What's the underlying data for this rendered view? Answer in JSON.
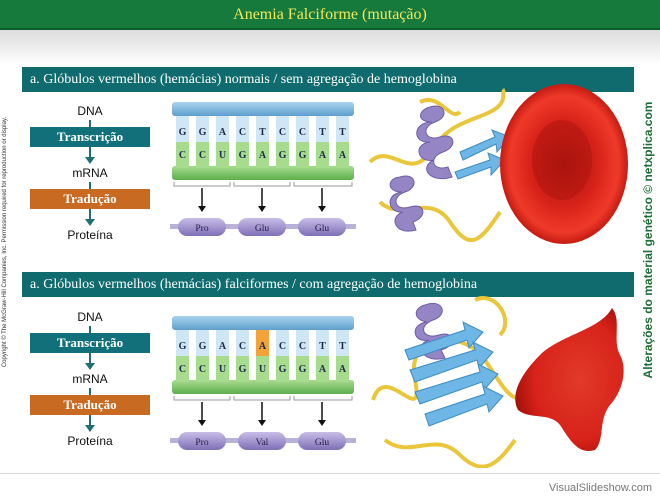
{
  "title": "Anemia Falciforme (mutação)",
  "copyright": "Copyright © The McGraw-Hill Companies, Inc. Permission required for reproduction or display.",
  "side_credit": "Alterações do material genético © netxplica.com",
  "watermark": "VisualSlideshow.com",
  "sections": [
    {
      "heading": "a. Glóbulos vermelhos (hemácias)  normais / sem agregação  de hemoglobina",
      "flow": {
        "dna": "DNA",
        "transcricao": "Transcrição",
        "mrna": "mRNA",
        "traducao": "Tradução",
        "proteina": "Proteína"
      },
      "dna_top": [
        "G",
        "G",
        "A",
        "C",
        "T",
        "C",
        "C",
        "T",
        "T"
      ],
      "mrna_bottom": [
        "C",
        "C",
        "U",
        "G",
        "A",
        "G",
        "G",
        "A",
        "A"
      ],
      "amino_acids": [
        "Pro",
        "Glu",
        "Glu"
      ],
      "highlight_index": null
    },
    {
      "heading": "a. Glóbulos vermelhos (hemácias)  falciformes / com agregação  de hemoglobina",
      "flow": {
        "dna": "DNA",
        "transcricao": "Transcrição",
        "mrna": "mRNA",
        "traducao": "Tradução",
        "proteina": "Proteína"
      },
      "dna_top": [
        "G",
        "G",
        "A",
        "C",
        "A",
        "C",
        "C",
        "T",
        "T"
      ],
      "mrna_bottom": [
        "C",
        "C",
        "U",
        "G",
        "U",
        "G",
        "G",
        "A",
        "A"
      ],
      "amino_acids": [
        "Pro",
        "Val",
        "Glu"
      ],
      "highlight_index": 4
    }
  ],
  "colors": {
    "title_bg": "#167a3d",
    "title_text": "#f2e85a",
    "section_bg": "#0f6b6d",
    "teal_box": "#11707a",
    "orange_box": "#c86a22",
    "dna_top": "#7ab4d6",
    "mrna": "#7fc46a",
    "highlight": "#f2a33a",
    "protein_pill": "#8f7fc0",
    "blood_cell": "#d8231a",
    "helix": "#9585c4",
    "sheet": "#6db6e6",
    "loop": "#f0cf45"
  }
}
